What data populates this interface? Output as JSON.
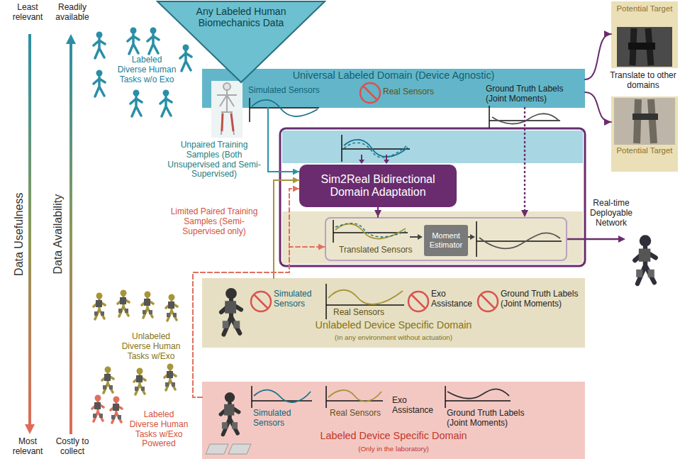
{
  "diagram": {
    "nodes": [
      {
        "text": [
          "Any Labeled Human Biomechanics Data"
        ]
      },
      {
        "text": [
          "Universal Labeled Domain (Device Agnostic)",
          "Simulated Sensors",
          "Real Sensors",
          "Ground Truth Labels (Joint Moments)"
        ]
      },
      {
        "text": [
          "Sim2Real Bidirectional Domain Adaptation"
        ]
      },
      {
        "text": [
          "Translated Sensors"
        ]
      },
      {
        "text": [
          "Moment Estimator"
        ],
        "in": 3
      },
      {
        "text": [
          "Potential Target"
        ]
      },
      {
        "text": [
          "Potential Target"
        ]
      },
      {
        "text": [
          "Simulated Sensors",
          "Real Sensors",
          "Exo Assistance",
          "Ground Truth Labels (Joint Moments)",
          "Unlabeled Device Specific Domain",
          "(In any environment without actuation)"
        ]
      },
      {
        "text": [
          "Simulated Sensors",
          "Real Sensors",
          "Exo Assistance",
          "Ground Truth Labels (Joint Moments)",
          "Labeled Device Specific Domain",
          "(Only in the laboratory)"
        ]
      }
    ],
    "edges": [
      {
        "from": 1,
        "to": 2,
        "arrow": "to"
      },
      {
        "from": 7,
        "to": 2,
        "arrow": "to"
      },
      {
        "from": 8,
        "to": 2,
        "arrow": "to"
      },
      {
        "from": 8,
        "to": 3,
        "arrow": "to"
      },
      {
        "from": 1,
        "to": 3,
        "arrow": "to"
      },
      {
        "from": 2,
        "to": 3,
        "arrow": "to"
      },
      {
        "from": 1,
        "to": 5,
        "arrow": "to"
      },
      {
        "from": 1,
        "to": 6,
        "arrow": "to"
      }
    ],
    "labels": [
      "Least relevant",
      "Readily available",
      "Data Usefulness",
      "Data Availability",
      "Most relevant",
      "Costly to collect",
      "Labeled Diverse Human Tasks w/o Exo",
      "Unpaired Training Samples (Both Unsupervised and Semi-Supervised)",
      "Limited Paired Training Samples (Semi-Supervised only)",
      "Translate to other domains",
      "Real-time Deployable Network",
      "Unlabeled Diverse Human Tasks w/Exo",
      "Labeled Diverse Human Tasks w/Exo Powered"
    ]
  }
}
